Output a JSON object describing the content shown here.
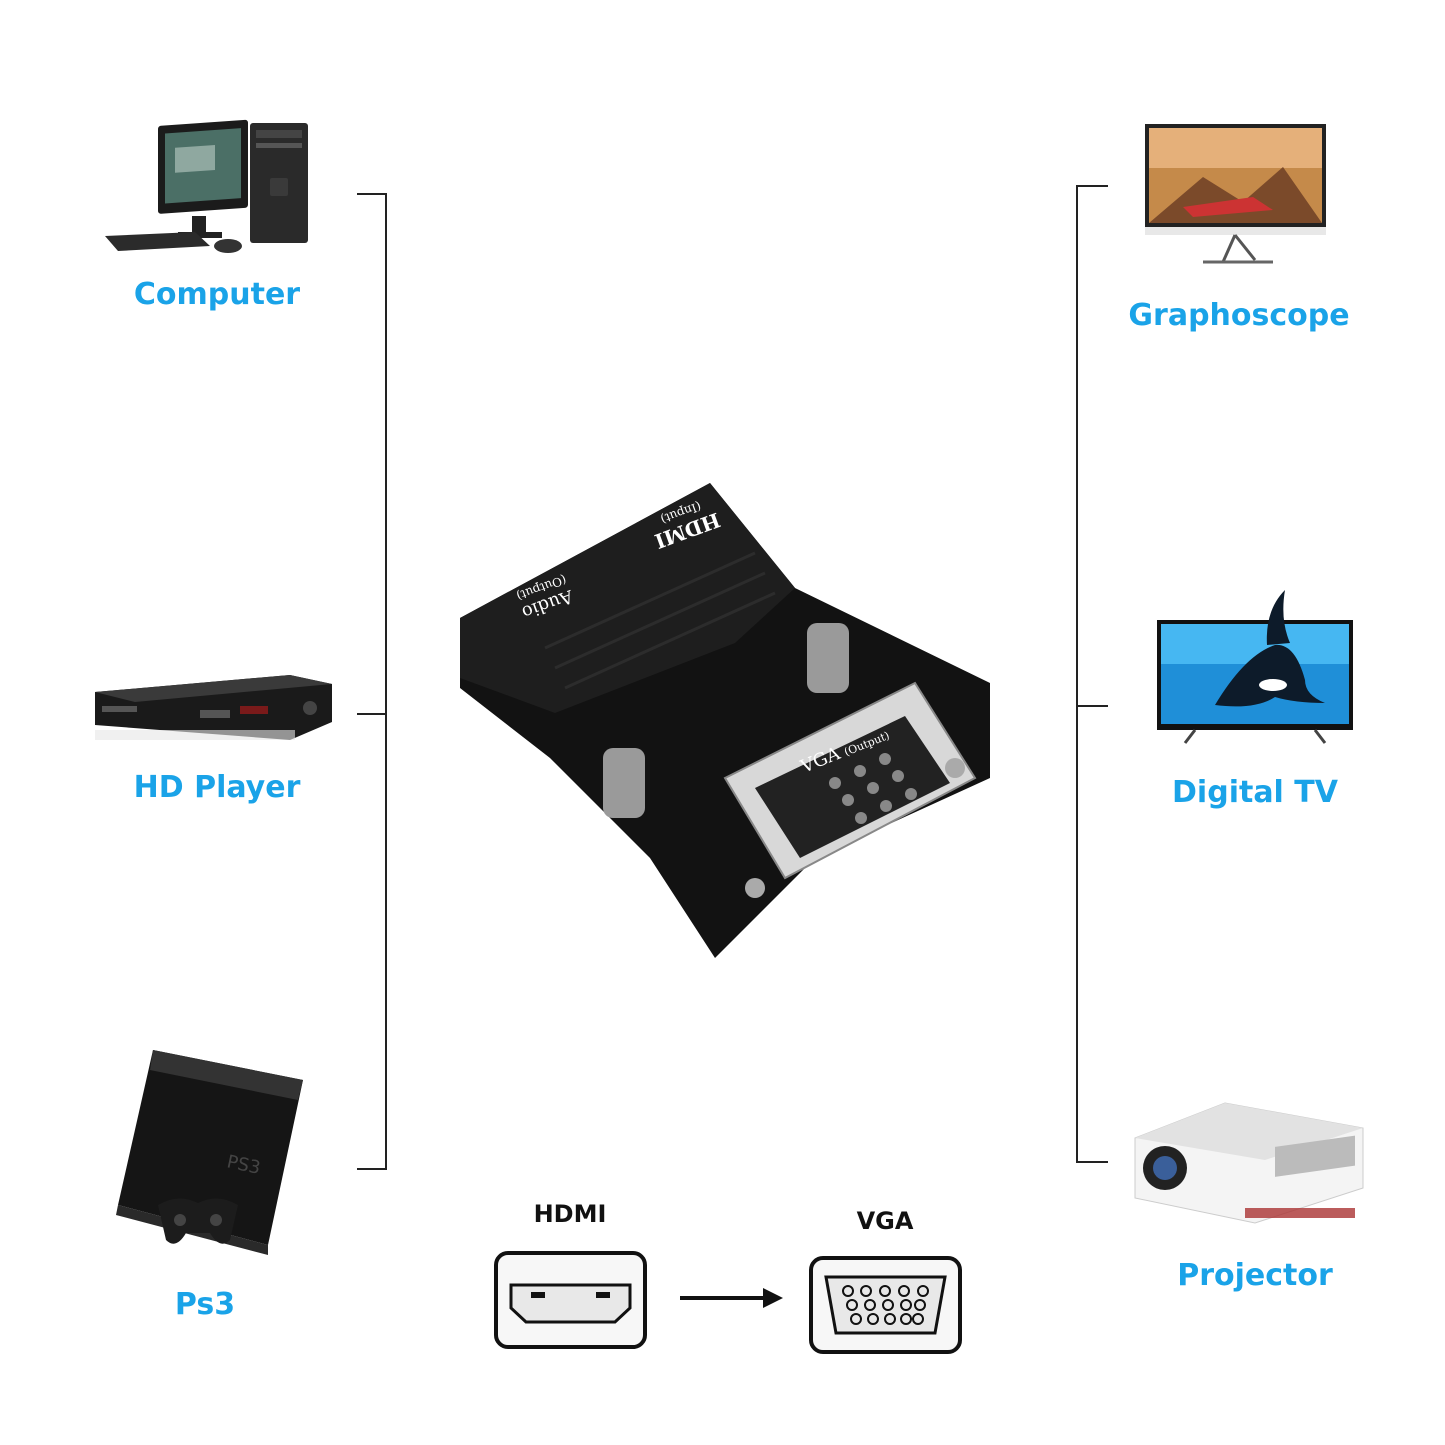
{
  "inputs": [
    {
      "label": "Computer"
    },
    {
      "label": "HD Player"
    },
    {
      "label": "Ps3"
    }
  ],
  "outputs": [
    {
      "label": "Graphoscope"
    },
    {
      "label": "Digital TV"
    },
    {
      "label": "Projector"
    }
  ],
  "adapter": {
    "hdmi_text": "HDMI",
    "hdmi_sub": "(Input)",
    "audio_text": "Audio",
    "audio_sub": "(Output)",
    "vga_text": "VGA",
    "vga_sub": "(Output)"
  },
  "connectors": {
    "from_label": "HDMI",
    "to_label": "VGA"
  },
  "colors": {
    "label_blue": "#1aa3e8",
    "adapter_black": "#121212"
  }
}
